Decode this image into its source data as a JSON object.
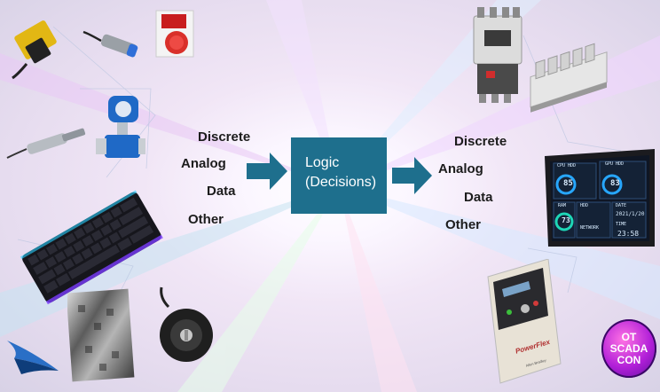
{
  "inputs": [
    "Discrete",
    "Analog",
    "Data",
    "Other"
  ],
  "logic": {
    "line1": "Logic",
    "line2": "(Decisions)"
  },
  "outputs": [
    "Discrete",
    "Analog",
    "Data",
    "Other"
  ],
  "screen": {
    "cpu_title": "CPU HDD",
    "gpu_title": "GPU HDD",
    "cpu_value": "85",
    "gpu_value": "83",
    "ram_value": "73",
    "ram_label": "RAM",
    "hdd_label": "HDD",
    "date_label": "DATE",
    "date_value": "2021/1/20",
    "network_label": "NETWORK",
    "time_label": "TIME",
    "time_value": "23:58"
  },
  "drive": {
    "brand": "PowerFlex",
    "maker": "Allen-Bradley"
  },
  "badge": {
    "line1": "OT",
    "line2": "SCADA",
    "line3": "CON"
  },
  "colors": {
    "logic_box": "#1e6f8d",
    "arrow": "#1e6f8d",
    "badge": "#b11fd8"
  }
}
